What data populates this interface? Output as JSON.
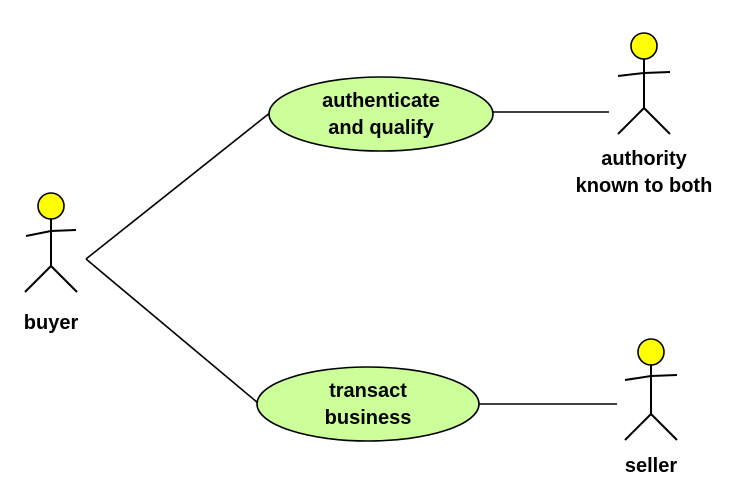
{
  "colors": {
    "use_case_fill": "#ccff99",
    "actor_head_fill": "#ffff00",
    "line": "#000000"
  },
  "actors": {
    "buyer": {
      "label": "buyer"
    },
    "authority": {
      "label_line1": "authority",
      "label_line2": "known to both"
    },
    "seller": {
      "label": "seller"
    }
  },
  "use_cases": {
    "authenticate": {
      "line1": "authenticate",
      "line2": "and qualify"
    },
    "transact": {
      "line1": "transact",
      "line2": "business"
    }
  }
}
